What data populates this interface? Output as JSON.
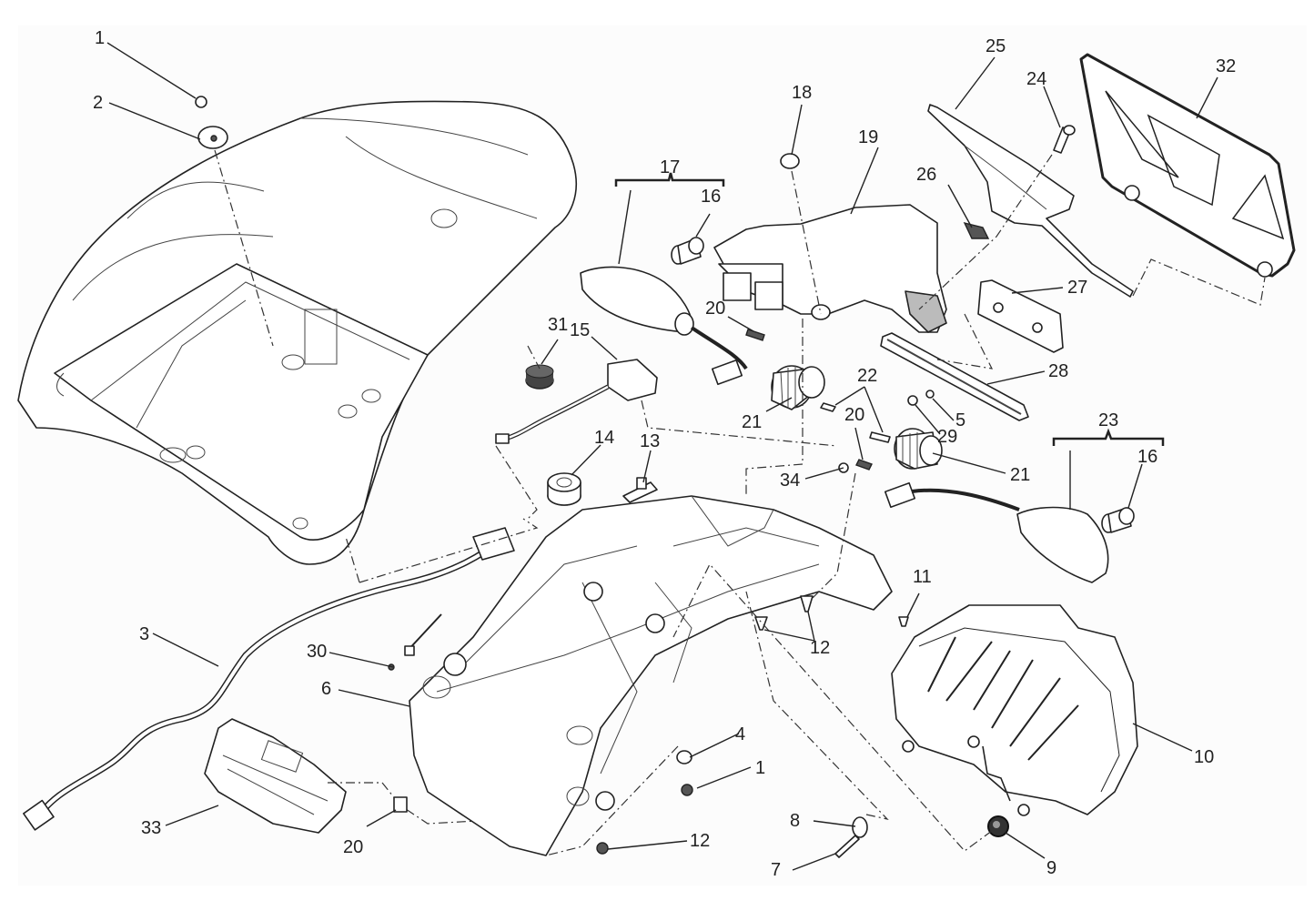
{
  "diagram": {
    "type": "exploded-parts-view",
    "callouts": [
      {
        "id": "c1a",
        "label": "1"
      },
      {
        "id": "c2",
        "label": "2"
      },
      {
        "id": "c3",
        "label": "3"
      },
      {
        "id": "c1b",
        "label": "1"
      },
      {
        "id": "c4",
        "label": "4"
      },
      {
        "id": "c5",
        "label": "5"
      },
      {
        "id": "c6",
        "label": "6"
      },
      {
        "id": "c7",
        "label": "7"
      },
      {
        "id": "c8",
        "label": "8"
      },
      {
        "id": "c9",
        "label": "9"
      },
      {
        "id": "c10",
        "label": "10"
      },
      {
        "id": "c11",
        "label": "11"
      },
      {
        "id": "c12a",
        "label": "12"
      },
      {
        "id": "c12b",
        "label": "12"
      },
      {
        "id": "c13",
        "label": "13"
      },
      {
        "id": "c14",
        "label": "14"
      },
      {
        "id": "c15",
        "label": "15"
      },
      {
        "id": "c16a",
        "label": "16"
      },
      {
        "id": "c16b",
        "label": "16"
      },
      {
        "id": "c17",
        "label": "17"
      },
      {
        "id": "c18",
        "label": "18"
      },
      {
        "id": "c19",
        "label": "19"
      },
      {
        "id": "c20a",
        "label": "20"
      },
      {
        "id": "c20b",
        "label": "20"
      },
      {
        "id": "c20c",
        "label": "20"
      },
      {
        "id": "c21a",
        "label": "21"
      },
      {
        "id": "c21b",
        "label": "21"
      },
      {
        "id": "c22",
        "label": "22"
      },
      {
        "id": "c23",
        "label": "23"
      },
      {
        "id": "c24",
        "label": "24"
      },
      {
        "id": "c25",
        "label": "25"
      },
      {
        "id": "c26",
        "label": "26"
      },
      {
        "id": "c27",
        "label": "27"
      },
      {
        "id": "c28",
        "label": "28"
      },
      {
        "id": "c29",
        "label": "29"
      },
      {
        "id": "c30",
        "label": "30"
      },
      {
        "id": "c31",
        "label": "31"
      },
      {
        "id": "c32",
        "label": "32"
      },
      {
        "id": "c33",
        "label": "33"
      },
      {
        "id": "c34",
        "label": "34"
      }
    ],
    "parts": [
      "seat-tail-cover",
      "screw",
      "washer",
      "wiring-harness",
      "rubber-grommet",
      "rear-undertray",
      "light-unit",
      "turn-signal-left",
      "turn-signal-right",
      "bulb",
      "license-plate-holder",
      "license-plate",
      "reflector",
      "plate-light",
      "rubber-damper",
      "cable-tie",
      "clip",
      "tail-light",
      "knob",
      "front-cover"
    ]
  }
}
